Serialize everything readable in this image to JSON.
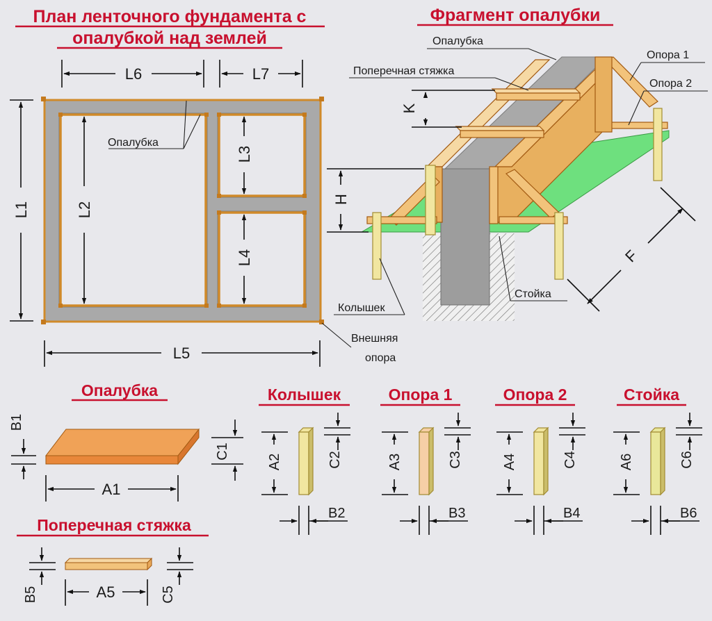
{
  "colors": {
    "title": "#c8102e",
    "concrete": "#a9a9a9",
    "wood": "#f2c37b",
    "ground": "#6ee07e",
    "background": "#e8e8ec"
  },
  "titles": {
    "plan_line1": "План ленточного фундамента с",
    "plan_line2": "опалубкой над землей",
    "fragment": "Фрагмент опалубки",
    "board": "Опалубка",
    "stake": "Колышек",
    "support1": "Опора 1",
    "support2": "Опора 2",
    "post": "Стойка",
    "crossbar": "Поперечная стяжка"
  },
  "labels": {
    "plan_formwork": "Опалубка",
    "formwork": "Опалубка",
    "cross_tie": "Поперечная стяжка",
    "support1": "Опора 1",
    "support2": "Опора 2",
    "stake": "Колышек",
    "post": "Стойка",
    "outer_support_1": "Внешняя",
    "outer_support_2": "опора"
  },
  "dims": {
    "L1": "L1",
    "L2": "L2",
    "L3": "L3",
    "L4": "L4",
    "L5": "L5",
    "L6": "L6",
    "L7": "L7",
    "K": "K",
    "H": "H",
    "F": "F",
    "A1": "A1",
    "B1": "B1",
    "C1": "C1",
    "A2": "A2",
    "B2": "B2",
    "C2": "C2",
    "A3": "A3",
    "B3": "B3",
    "C3": "C3",
    "A4": "A4",
    "B4": "B4",
    "C4": "C4",
    "A5": "A5",
    "B5": "B5",
    "C5": "C5",
    "A6": "A6",
    "B6": "B6",
    "C6": "C6"
  }
}
